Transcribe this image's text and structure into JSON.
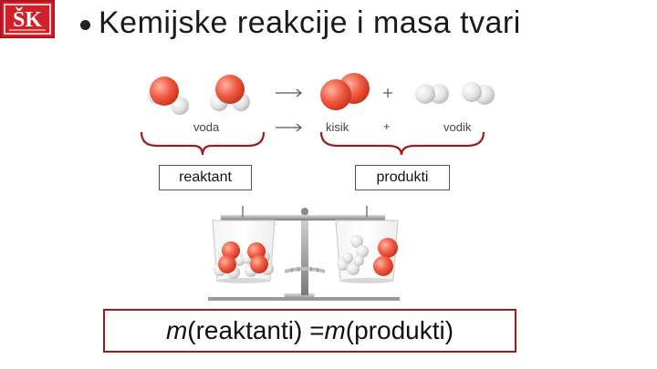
{
  "logo": {
    "text": "ŠK"
  },
  "slide": {
    "title": "Kemijske reakcije i masa tvari"
  },
  "equation": {
    "reactant_label": "voda",
    "product1_label": "kisik",
    "plus_label": "+",
    "product2_label": "vodik"
  },
  "groups": {
    "reactant_box": "reaktant",
    "products_box": "produkti"
  },
  "formula": {
    "m1": "m",
    "part1": "(reaktanti) = ",
    "m2": "m",
    "part2": "(produkti)"
  },
  "colors": {
    "logo_red": "#d0202a",
    "oxygen": "#f05a40",
    "hydrogen": "#e6e6e6",
    "brace": "#9b1c1c",
    "formula_border": "#9b1c1c"
  }
}
